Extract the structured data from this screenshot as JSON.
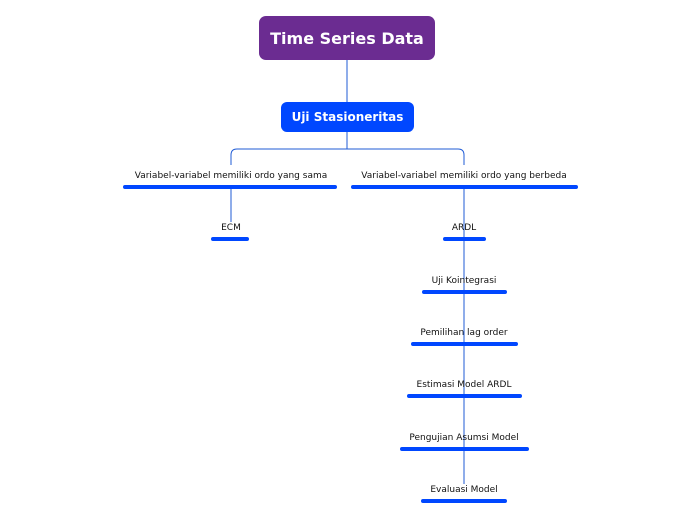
{
  "colors": {
    "root": "#6b2c91",
    "main": "#0047ff",
    "line": "#1f5bd6"
  },
  "root": {
    "label": "Time Series Data"
  },
  "main": {
    "label": "Uji Stasioneritas"
  },
  "branches": [
    {
      "label": "Variabel-variabel memiliki ordo yang sama",
      "children": [
        {
          "label": "ECM"
        }
      ]
    },
    {
      "label": "Variabel-variabel memiliki ordo yang berbeda",
      "children": [
        {
          "label": "ARDL"
        },
        {
          "label": "Uji Kointegrasi"
        },
        {
          "label": "Pemilihan lag order"
        },
        {
          "label": "Estimasi Model ARDL"
        },
        {
          "label": "Pengujian Asumsi Model"
        },
        {
          "label": "Evaluasi Model"
        }
      ]
    }
  ]
}
